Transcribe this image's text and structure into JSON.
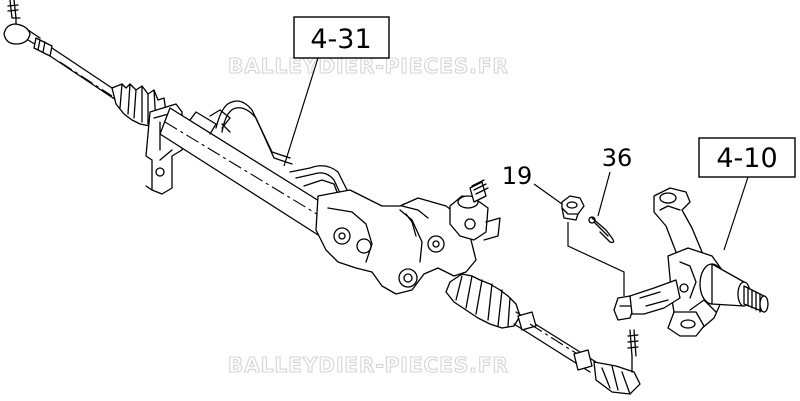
{
  "watermark": {
    "top": "BALLEYDIER-PIECES.FR",
    "bottom": "BALLEYDIER-PIECES.FR"
  },
  "callouts": {
    "steering_gear_assembly": "4-31",
    "steering_knuckle": "4-10",
    "nut": "19",
    "cotter_pin": "36"
  }
}
